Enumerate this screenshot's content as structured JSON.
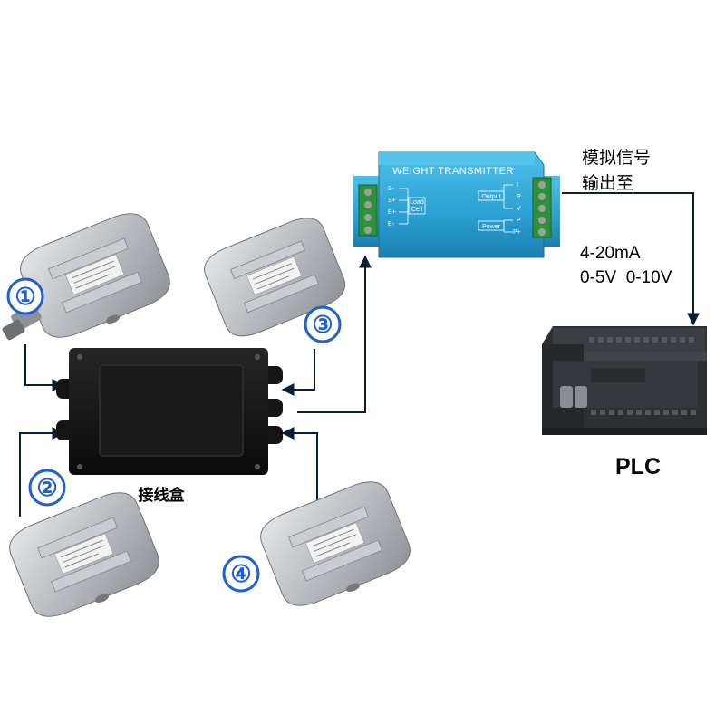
{
  "colors": {
    "arrow": "#0d1f33",
    "badge": "#1f5fcf",
    "transmitter": "#2aa0d2",
    "terminal": "#2f8f3b",
    "junction_box": "#111111",
    "sensor_metal": "#b9bcc0",
    "plc_body": "#2d3033"
  },
  "labels": {
    "junction_box": "接线盒",
    "signal_output_line1": "模拟信号",
    "signal_output_line2": "输出至",
    "range_line1": "4-20mA",
    "range_line2": "0-5V  0-10V",
    "plc": "PLC"
  },
  "transmitter": {
    "title": "WEIGHT TRANSMITTER",
    "input_pins": [
      "S-",
      "S+",
      "E+",
      "E-"
    ],
    "input_group": [
      "Load",
      "Cell"
    ],
    "output_pins": [
      "I",
      "P",
      "V",
      "P",
      "P+"
    ],
    "output_group": "Output",
    "power_group": "Power"
  },
  "sensors": [
    {
      "badge": "①"
    },
    {
      "badge": "②"
    },
    {
      "badge": "③"
    },
    {
      "badge": "④"
    }
  ],
  "icons": {
    "load_cell": "s-type-load-cell-icon",
    "junction_box": "junction-box-icon",
    "transmitter": "weight-transmitter-icon",
    "plc": "plc-icon"
  }
}
